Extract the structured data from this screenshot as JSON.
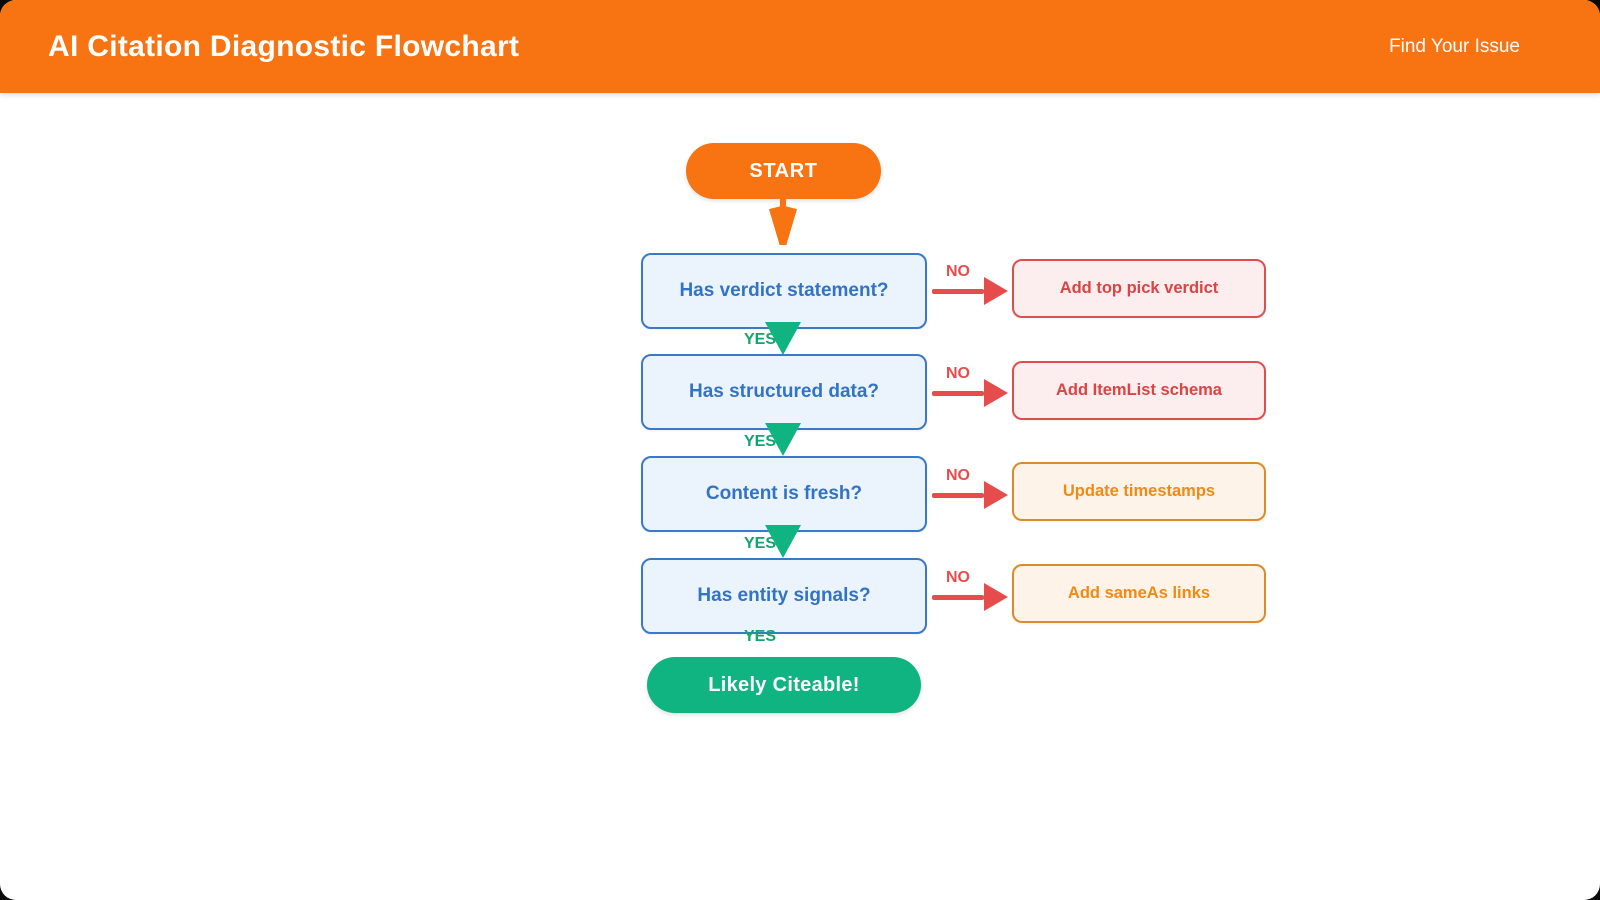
{
  "header": {
    "title": "AI Citation Diagnostic Flowchart",
    "nav_link": "Find Your Issue"
  },
  "flowchart": {
    "start_label": "START",
    "end_label": "Likely Citeable!",
    "yes_label": "YES",
    "no_label": "NO",
    "rows": [
      {
        "question": "Has verdict statement?",
        "action": "Add top pick verdict",
        "action_theme": "red"
      },
      {
        "question": "Has structured data?",
        "action": "Add ItemList schema",
        "action_theme": "red"
      },
      {
        "question": "Content is fresh?",
        "action": "Update timestamps",
        "action_theme": "orange"
      },
      {
        "question": "Has entity signals?",
        "action": "Add sameAs links",
        "action_theme": "orange"
      }
    ]
  },
  "colors": {
    "orange": "#f87311",
    "green": "#10b480",
    "green-text": "#10a56e",
    "blue-border": "#3b78c8",
    "blue-fill": "#ebf4fc",
    "blue-text": "#3273c6",
    "red": "#e64c4c",
    "red-border": "#dd4f4f",
    "red-fill": "#fcedee",
    "red-text": "#dc4343",
    "amber-border": "#db8c28",
    "amber-fill": "#fdf3e8",
    "amber-text": "#f08a12"
  }
}
